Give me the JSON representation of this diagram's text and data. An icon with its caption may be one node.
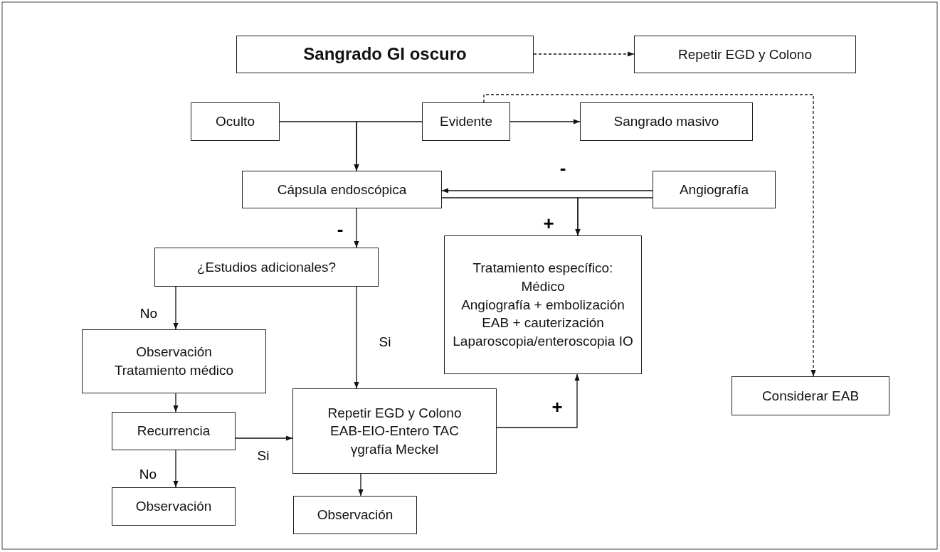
{
  "diagram": {
    "nodes": [
      {
        "text": [
          "Sangrado GI oscuro"
        ]
      },
      {
        "text": [
          "Repetir EGD y Colono"
        ]
      },
      {
        "text": [
          "Oculto"
        ]
      },
      {
        "text": [
          "Evidente"
        ]
      },
      {
        "text": [
          "Sangrado masivo"
        ]
      },
      {
        "text": [
          "Cápsula endoscópica"
        ]
      },
      {
        "text": [
          "Angiografía"
        ]
      },
      {
        "text": [
          "¿Estudios adicionales?"
        ]
      },
      {
        "text": [
          "Tratamiento específico:",
          "Médico",
          "Angiografía + embolización",
          "EAB + cauterización",
          "Laparoscopia/enteroscopia IO"
        ]
      },
      {
        "text": [
          "Observación",
          "Tratamiento médico"
        ]
      },
      {
        "text": [
          "Recurrencia"
        ]
      },
      {
        "text": [
          "Repetir EGD y Colono",
          "EAB-EIO-Entero TAC",
          "γgrafía Meckel"
        ]
      },
      {
        "text": [
          "Observación"
        ]
      },
      {
        "text": [
          "Observación"
        ]
      },
      {
        "text": [
          "Considerar EAB"
        ]
      }
    ],
    "edges": [
      {
        "from": 0,
        "to": 1,
        "arrow": "to",
        "style": "dashed"
      },
      {
        "from": 2,
        "to": 5,
        "arrow": "to"
      },
      {
        "from": 3,
        "to": 5,
        "arrow": "to"
      },
      {
        "from": 3,
        "to": 4,
        "arrow": "to"
      },
      {
        "from": 3,
        "to": 14,
        "arrow": "to",
        "style": "dashed"
      },
      {
        "from": 6,
        "to": 5,
        "arrow": "to",
        "label": "-"
      },
      {
        "from": 5,
        "to": 8,
        "arrow": "to"
      },
      {
        "from": 6,
        "to": 8,
        "arrow": "to",
        "label": "+"
      },
      {
        "from": 5,
        "to": 7,
        "arrow": "to",
        "label": "-"
      },
      {
        "from": 7,
        "to": 9,
        "arrow": "to",
        "label": "No"
      },
      {
        "from": 7,
        "to": 11,
        "arrow": "to",
        "label": "Si"
      },
      {
        "from": 9,
        "to": 10,
        "arrow": "to"
      },
      {
        "from": 10,
        "to": 11,
        "arrow": "to",
        "label": "Si"
      },
      {
        "from": 10,
        "to": 12,
        "arrow": "to",
        "label": "No"
      },
      {
        "from": 11,
        "to": 13,
        "arrow": "to"
      },
      {
        "from": 11,
        "to": 8,
        "arrow": "to",
        "label": "+"
      }
    ]
  }
}
